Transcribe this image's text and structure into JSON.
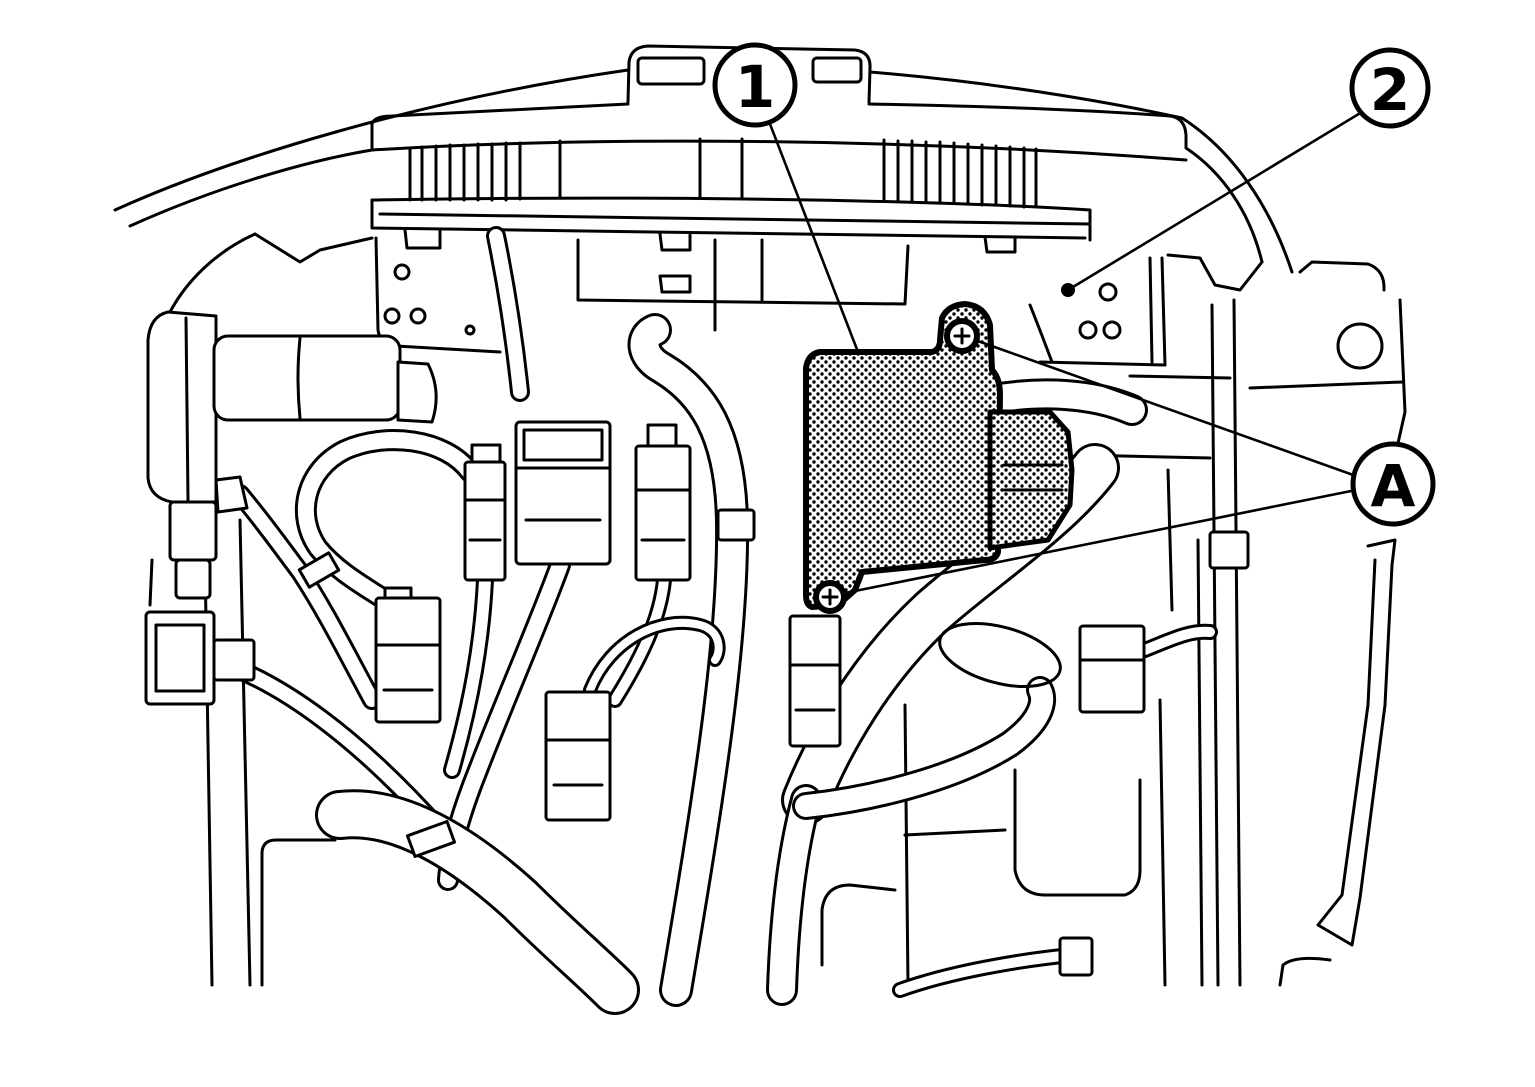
{
  "callouts": [
    {
      "label": "1"
    },
    {
      "label": "2"
    },
    {
      "label": "A"
    }
  ]
}
